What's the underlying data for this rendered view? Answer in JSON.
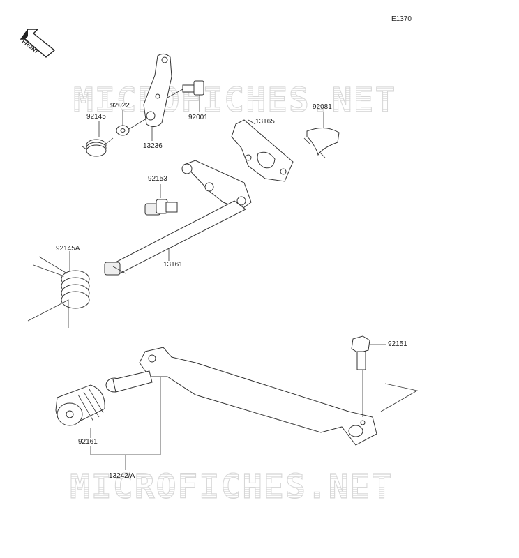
{
  "diagram_code": "E1370",
  "front_badge": "FRONT",
  "watermark": "MICROFICHES.NET",
  "icons": {
    "front": "front-arrow-icon"
  },
  "colors": {
    "line": "#333333",
    "watermark": "#d6d6d6",
    "background": "#ffffff"
  },
  "parts": [
    {
      "id": "92022",
      "label": "92022"
    },
    {
      "id": "92145",
      "label": "92145"
    },
    {
      "id": "13236",
      "label": "13236"
    },
    {
      "id": "92001",
      "label": "92001"
    },
    {
      "id": "13165",
      "label": "13165"
    },
    {
      "id": "92081",
      "label": "92081"
    },
    {
      "id": "92153",
      "label": "92153"
    },
    {
      "id": "92145A",
      "label": "92145A"
    },
    {
      "id": "13161",
      "label": "13161"
    },
    {
      "id": "92151",
      "label": "92151"
    },
    {
      "id": "92161",
      "label": "92161"
    },
    {
      "id": "13242A",
      "label": "13242/A"
    }
  ]
}
